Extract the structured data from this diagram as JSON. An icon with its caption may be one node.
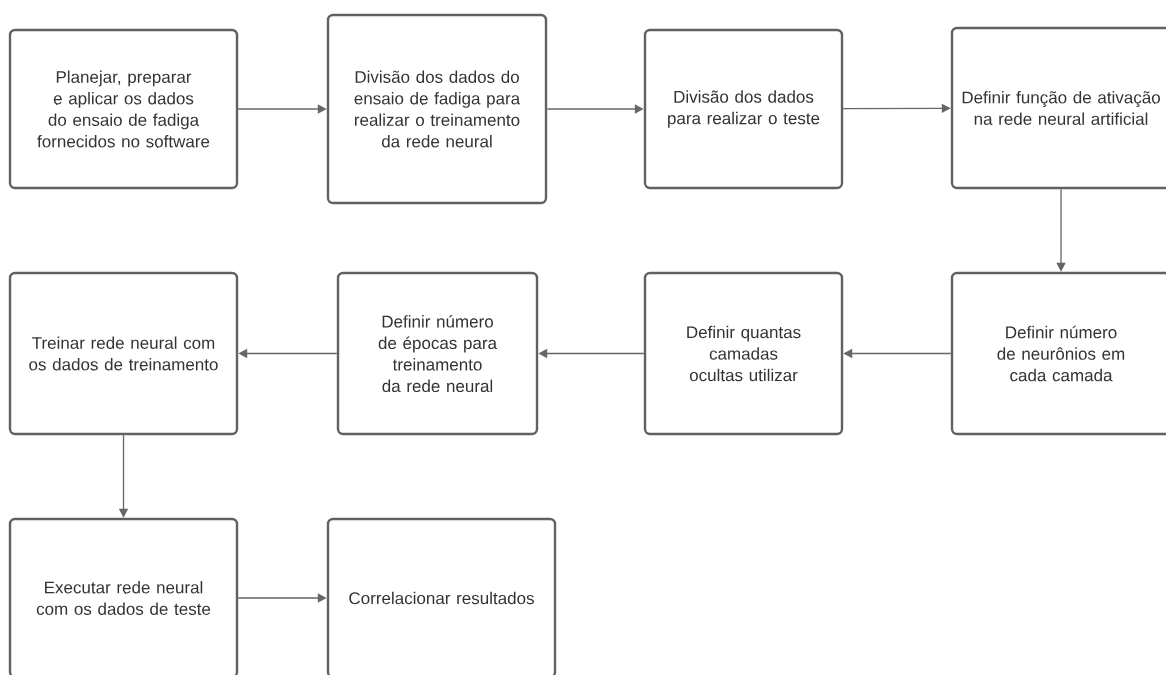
{
  "diagram": {
    "nodes": [
      {
        "text": [
          "Planejar, preparar e aplicar os dados do ensaio de fadiga fornecidos no software"
        ]
      },
      {
        "text": [
          "Divisão dos dados do ensaio de fadiga para realizar o treinamento da rede neural"
        ]
      },
      {
        "text": [
          "Divisão dos dados para realizar o teste"
        ]
      },
      {
        "text": [
          "Definir função de ativação na rede neural artificial"
        ]
      },
      {
        "text": [
          "Definir número de neurônios em cada camada"
        ]
      },
      {
        "text": [
          "Definir quantas camadas ocultas utilizar"
        ]
      },
      {
        "text": [
          "Definir número de épocas para treinamento da rede neural"
        ]
      },
      {
        "text": [
          "Treinar rede neural com os dados de treinamento"
        ]
      },
      {
        "text": [
          "Executar rede neural com os dados de teste"
        ]
      },
      {
        "text": [
          "Correlacionar resultados"
        ]
      }
    ],
    "edges": [
      {
        "from": 0,
        "to": 1,
        "arrow": "to"
      },
      {
        "from": 1,
        "to": 2,
        "arrow": "to"
      },
      {
        "from": 2,
        "to": 3,
        "arrow": "to"
      },
      {
        "from": 3,
        "to": 4,
        "arrow": "to"
      },
      {
        "from": 4,
        "to": 5,
        "arrow": "to"
      },
      {
        "from": 5,
        "to": 6,
        "arrow": "to"
      },
      {
        "from": 6,
        "to": 7,
        "arrow": "to"
      },
      {
        "from": 7,
        "to": 8,
        "arrow": "to"
      },
      {
        "from": 8,
        "to": 9,
        "arrow": "to"
      }
    ]
  }
}
